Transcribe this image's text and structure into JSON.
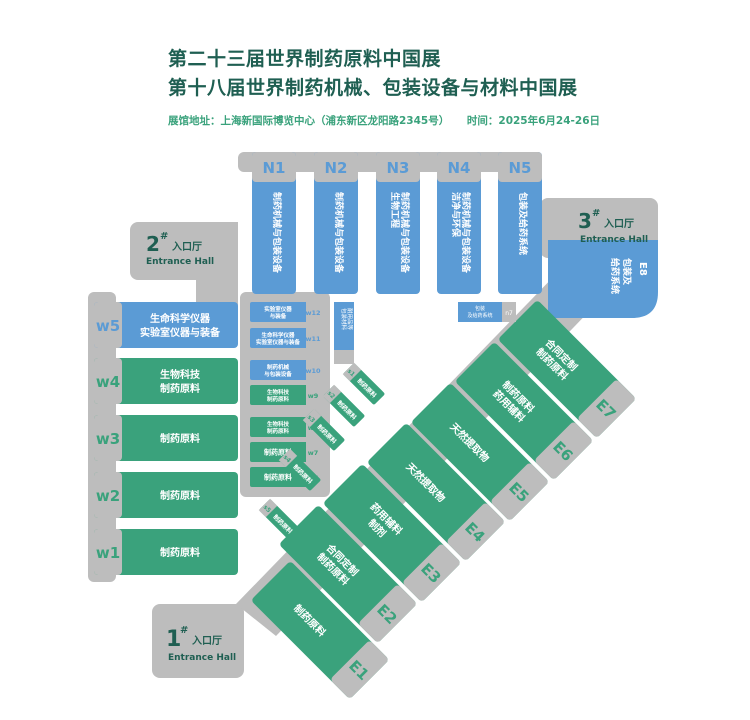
{
  "header": {
    "title_line1": "第二十三届世界制药原料中国展",
    "title_line2": "第十八届世界制药机械、包装设备与材料中国展",
    "venue": "展馆地址：上海新国际博览中心（浦东新区龙阳路2345号）",
    "time": "时间：2025年6月24-26日"
  },
  "colors": {
    "gray": "#bdbdbd",
    "blue": "#5b9bd5",
    "green": "#3aa27c",
    "title": "#1f5f52"
  },
  "entrances": {
    "e1": {
      "num": "1",
      "mark": "#",
      "cn": "入口厅",
      "en": "Entrance Hall"
    },
    "e2": {
      "num": "2",
      "mark": "#",
      "cn": "入口厅",
      "en": "Entrance Hall"
    },
    "e3": {
      "num": "3",
      "mark": "#",
      "cn": "入口厅",
      "en": "Entrance Hall"
    }
  },
  "north_halls": [
    {
      "code": "N1",
      "label": "制药机械与包装设备"
    },
    {
      "code": "N2",
      "label": "制药机械与包装设备"
    },
    {
      "code": "N3",
      "label": "制药机械与包装设备\n生物工程"
    },
    {
      "code": "N4",
      "label": "制药机械与包装设备\n洁净与环保"
    },
    {
      "code": "N5",
      "label": "包装及给药系统"
    }
  ],
  "e8": {
    "code": "E8",
    "label": "包装及\n给药系统"
  },
  "west_halls": [
    {
      "code": "W5",
      "label": "生命科学仪器\n实验室仪器与装备"
    },
    {
      "code": "W4",
      "label": "生物科技\n制药原料"
    },
    {
      "code": "W3",
      "label": "制药原料"
    },
    {
      "code": "W2",
      "label": "制药原料"
    },
    {
      "code": "W1",
      "label": "制药原料"
    }
  ],
  "small_halls": [
    {
      "code": "W12",
      "label": "实验室仪器\n与装备"
    },
    {
      "code": "W11",
      "label": "生命科学仪器\n实验室仪器与装备"
    },
    {
      "code": "W10",
      "label": "制药机械\n与包装设备"
    },
    {
      "code": "W9",
      "label": "生物科技\n制药原料"
    },
    {
      "code": "W8",
      "label": "生物科技\n制药原料"
    },
    {
      "code": "W7",
      "label": "制药原料"
    },
    {
      "code": "W6",
      "label": "制药原料"
    }
  ],
  "mini_labels": {
    "n7": {
      "code": "N7",
      "label": "包装\n及给药系统"
    },
    "n6": {
      "code": "N6",
      "label": "包装材料\n耐用品等"
    },
    "s1": {
      "code": "S1",
      "label": "制药原料"
    },
    "s2": {
      "code": "S2",
      "label": "制药原料"
    },
    "s3": {
      "code": "S3",
      "label": "制药原料"
    },
    "s4": {
      "code": "S4",
      "label": "制药原料"
    },
    "s5": {
      "code": "S5",
      "label": "制药原料"
    }
  },
  "east_halls": [
    {
      "code": "E7",
      "label": "合同定制\n制药原料"
    },
    {
      "code": "E6",
      "label": "制药原料\n药用辅料"
    },
    {
      "code": "E5",
      "label": "天然提取物"
    },
    {
      "code": "E4",
      "label": "天然提取物"
    },
    {
      "code": "E3",
      "label": "药用辅料\n制剂"
    },
    {
      "code": "E2",
      "label": "合同定制\n制药原料"
    },
    {
      "code": "E1",
      "label": "制药原料"
    }
  ]
}
